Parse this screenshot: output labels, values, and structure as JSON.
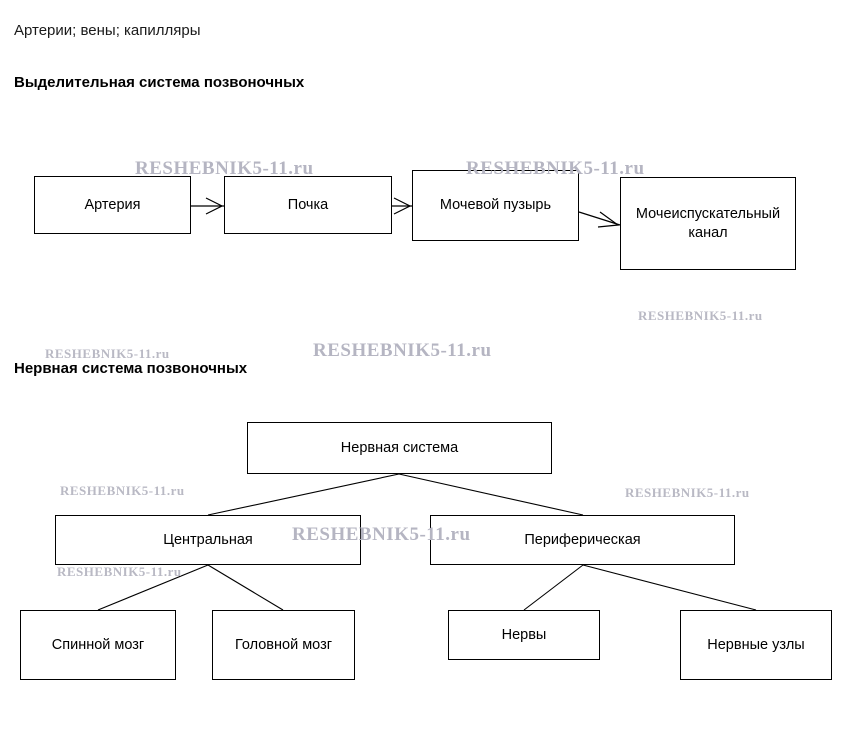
{
  "document": {
    "intro_line": "Артерии; вены; капилляры",
    "section1_heading": "Выделительная система позвоночных",
    "section2_heading": "Нервная система позвоночных"
  },
  "excretory_diagram": {
    "nodes": [
      {
        "id": "artery",
        "label": "Артерия"
      },
      {
        "id": "kidney",
        "label": "Почка"
      },
      {
        "id": "bladder",
        "label": "Мочевой пузырь"
      },
      {
        "id": "urethra",
        "label": "Мочеиспускательный канал"
      }
    ]
  },
  "nervous_diagram": {
    "nodes": [
      {
        "id": "nervous-system",
        "label": "Нервная система"
      },
      {
        "id": "central",
        "label": "Центральная"
      },
      {
        "id": "peripheral",
        "label": "Периферическая"
      },
      {
        "id": "spinal-cord",
        "label": "Спинной мозг"
      },
      {
        "id": "brain",
        "label": "Головной мозг"
      },
      {
        "id": "nerves",
        "label": "Нервы"
      },
      {
        "id": "ganglia",
        "label": "Нервные узлы"
      }
    ]
  },
  "watermarks": [
    {
      "id": "wm1",
      "text": "RESHEBNIK5-11.ru"
    },
    {
      "id": "wm2",
      "text": "RESHEBNIK5-11.ru"
    },
    {
      "id": "wm3",
      "text": "RESHEBNIK5-11.ru"
    },
    {
      "id": "wm4",
      "text": "RESHEBNIK5-11.ru"
    },
    {
      "id": "wm5",
      "text": "RESHEBNIK5-11.ru"
    },
    {
      "id": "wm6",
      "text": "RESHEBNIK5-11.ru"
    },
    {
      "id": "wm7",
      "text": "RESHEBNIK5-11.ru"
    },
    {
      "id": "wm8",
      "text": "RESHEBNIK5-11.ru"
    }
  ],
  "colors": {
    "text": "#000000",
    "stroke": "#000000",
    "watermark": "#b9b9c4",
    "background": "#ffffff"
  }
}
